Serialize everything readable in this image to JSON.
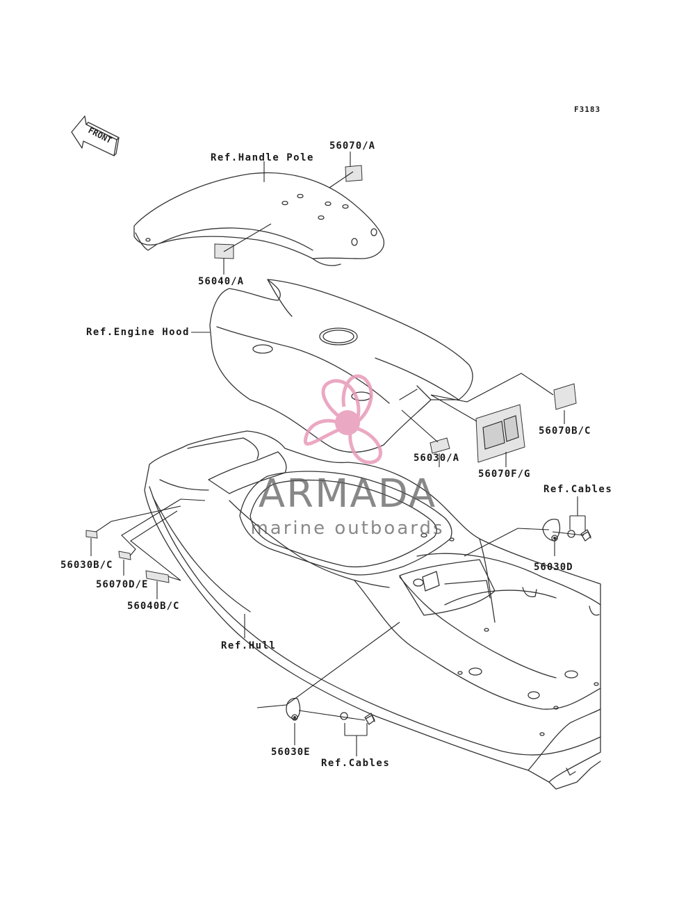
{
  "figure_code": "F3183",
  "front_arrow_label": "FRONT",
  "watermark": {
    "title": "ARMADA",
    "subtitle": "marine outboards",
    "color": "#e89ab8"
  },
  "labels": {
    "handle_pole": "Ref.Handle Pole",
    "p56070_a": "56070/A",
    "p56040_a": "56040/A",
    "engine_hood": "Ref.Engine Hood",
    "p56070_bc": "56070B/C",
    "p56030_a": "56030/A",
    "p56070_fg": "56070F/G",
    "cables_top": "Ref.Cables",
    "p56030_d": "56030D",
    "p56030_bc": "56030B/C",
    "p56070_de": "56070D/E",
    "p56040_bc": "56040B/C",
    "hull": "Ref.Hull",
    "p56030_e": "56030E",
    "cables_bottom": "Ref.Cables"
  }
}
